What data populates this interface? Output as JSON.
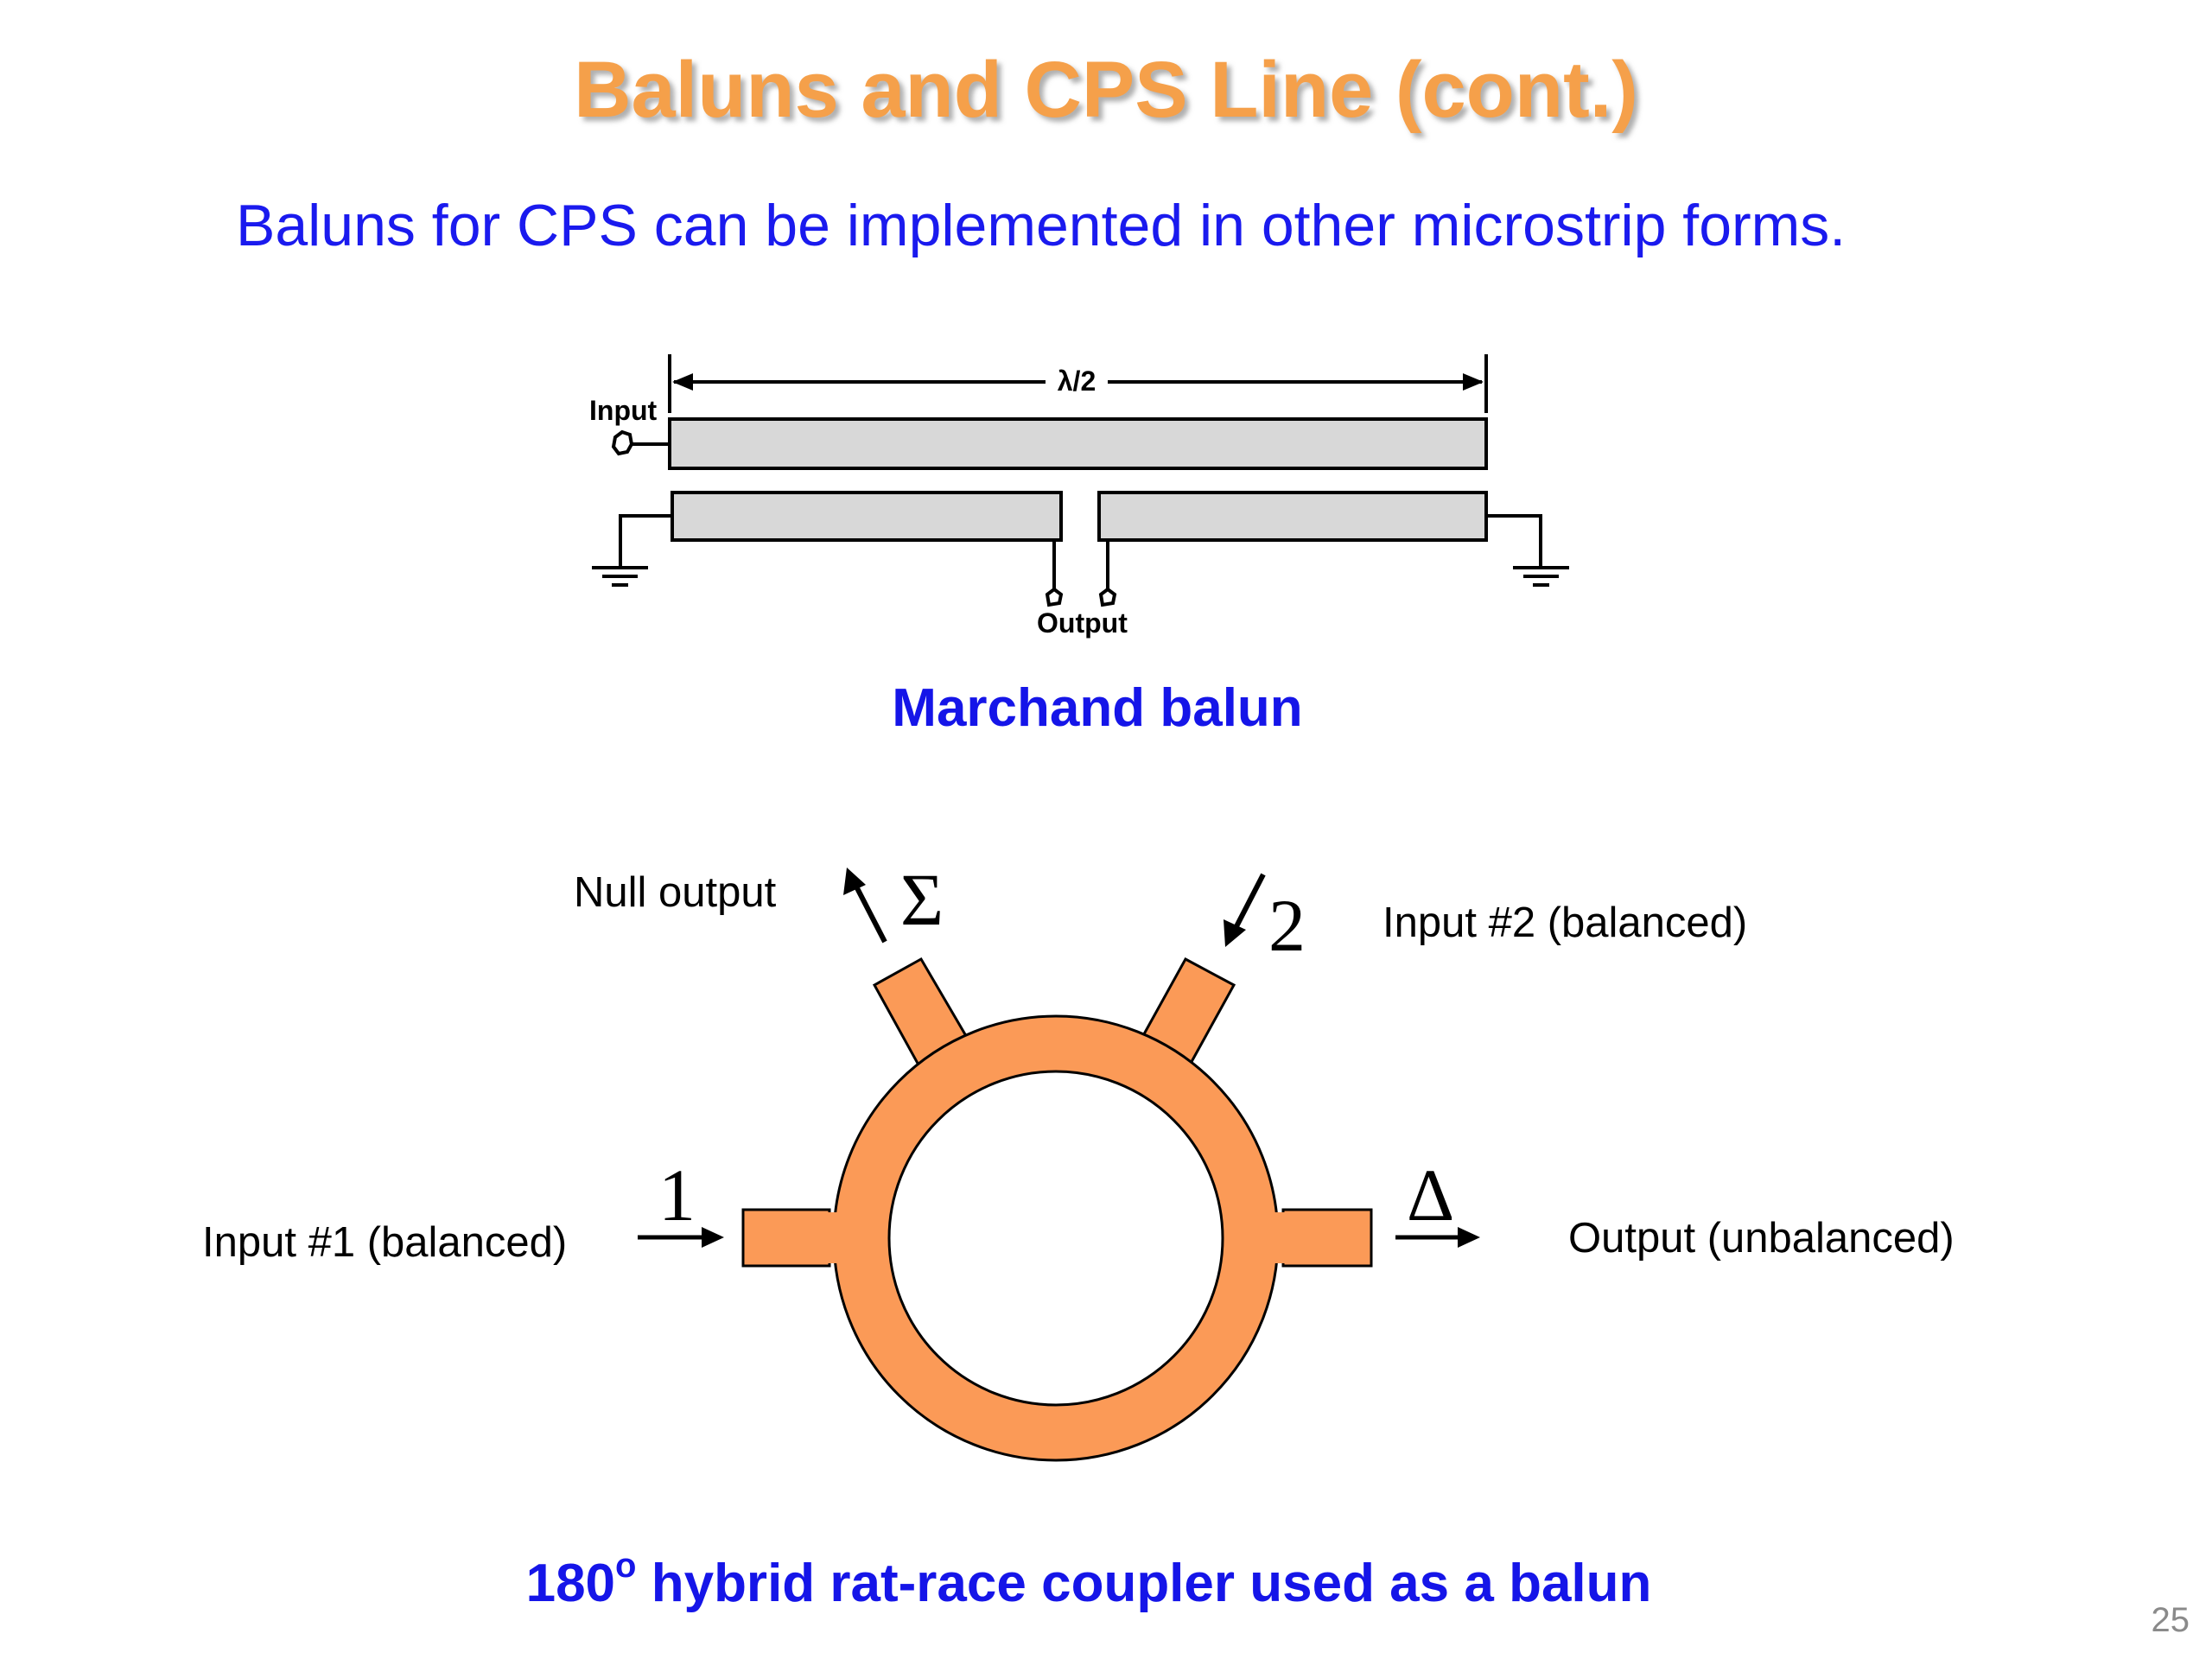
{
  "slide": {
    "title": "Baluns and CPS Line (cont.)",
    "subtitle": "Baluns for CPS can be implemented in other microstrip forms.",
    "page_number": "25"
  },
  "marchand": {
    "dimension_label": "λ/2",
    "input_label": "Input",
    "output_label": "Output",
    "caption": "Marchand balun"
  },
  "ratrace": {
    "null_output_label": "Null output",
    "input2_label": "Input #2 (balanced)",
    "input1_label": "Input #1 (balanced)",
    "output_label": "Output (unbalanced)",
    "port_sigma": "Σ",
    "port_2": "2",
    "port_1": "1",
    "port_delta": "Δ",
    "caption_main": "180",
    "caption_superscript": "o",
    "caption_rest": " hybrid rat-race coupler used as a balun"
  },
  "colors": {
    "title": "#f5a04a",
    "subtitle": "#1a1aee",
    "caption": "#1515e8",
    "ring": "#fb9a57",
    "strip": "#d8d8d8"
  }
}
